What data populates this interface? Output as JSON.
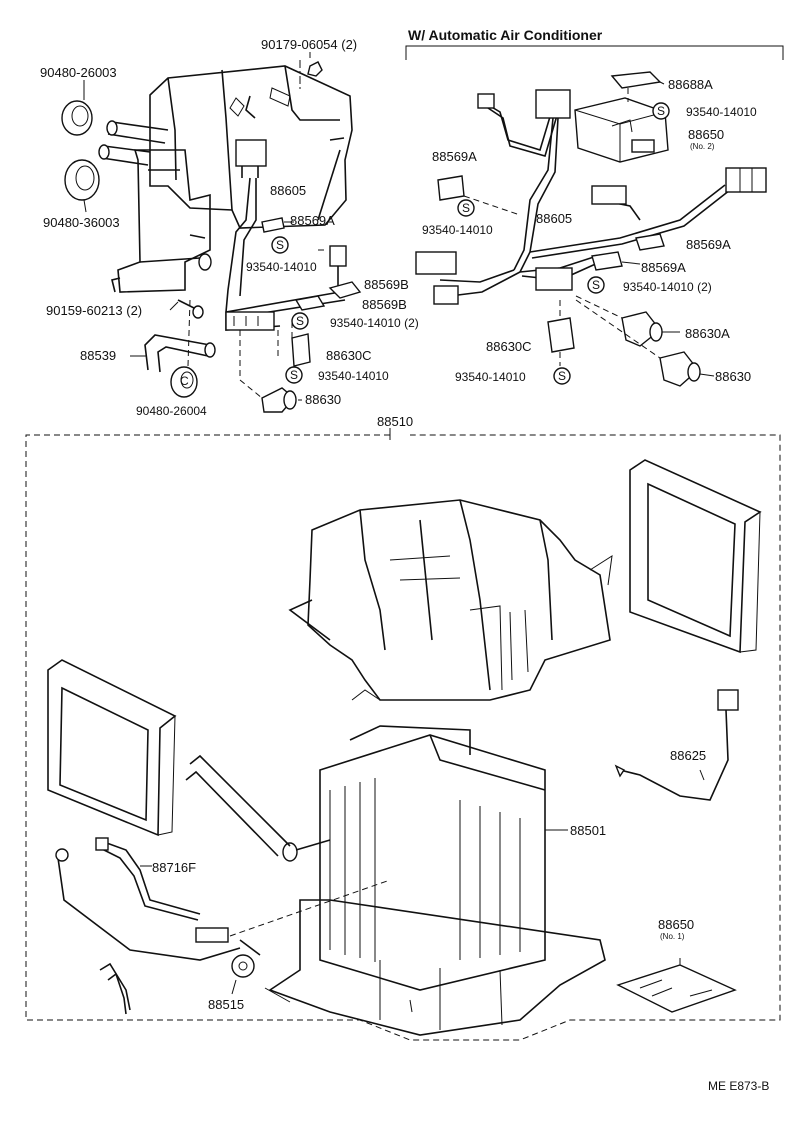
{
  "header": {
    "group_title": "W/ Automatic Air Conditioner"
  },
  "labels": {
    "p90179_06054": "90179-06054 (2)",
    "p90480_26003": "90480-26003",
    "p90480_36003": "90480-36003",
    "p90159_60213": "90159-60213 (2)",
    "p88539": "88539",
    "p90480_26004": "90480-26004",
    "p88605_l": "88605",
    "p88569A_l": "88569A",
    "p93540_14010_l1": "93540-14010",
    "p88569B_1": "88569B",
    "p88569B_2": "88569B",
    "p93540_14010_2_l": "93540-14010 (2)",
    "p88630C_l": "88630C",
    "p93540_14010_l2": "93540-14010",
    "p88630_l": "88630",
    "p88688A": "88688A",
    "p93540_14010_r1": "93540-14010",
    "p88650_no2": "88650",
    "p88650_no2_sub": "(No. 2)",
    "p88569A_r1": "88569A",
    "p93540_14010_r2": "93540-14010",
    "p88605_r": "88605",
    "p88569A_r2": "88569A",
    "p88569A_r3": "88569A",
    "p93540_14010_2_r": "93540-14010 (2)",
    "p88630A": "88630A",
    "p88630C_r": "88630C",
    "p93540_14010_r3": "93540-14010",
    "p88630_r": "88630",
    "p88510": "88510",
    "p88625": "88625",
    "p88501": "88501",
    "p88716F": "88716F",
    "p88650_no1": "88650",
    "p88650_no1_sub": "(No. 1)",
    "p88515": "88515"
  },
  "symbols": {
    "screw": "S",
    "clip": "C"
  },
  "footer": {
    "figure_code": "ME E873-B"
  }
}
